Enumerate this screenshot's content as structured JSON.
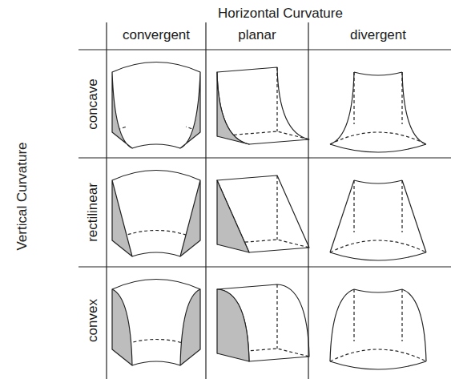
{
  "diagram": {
    "labels": [
      "Horizontal Curvature",
      "convergent",
      "planar",
      "divergent",
      "Vertical Curvature",
      "concave",
      "rectilinear",
      "convex"
    ]
  }
}
